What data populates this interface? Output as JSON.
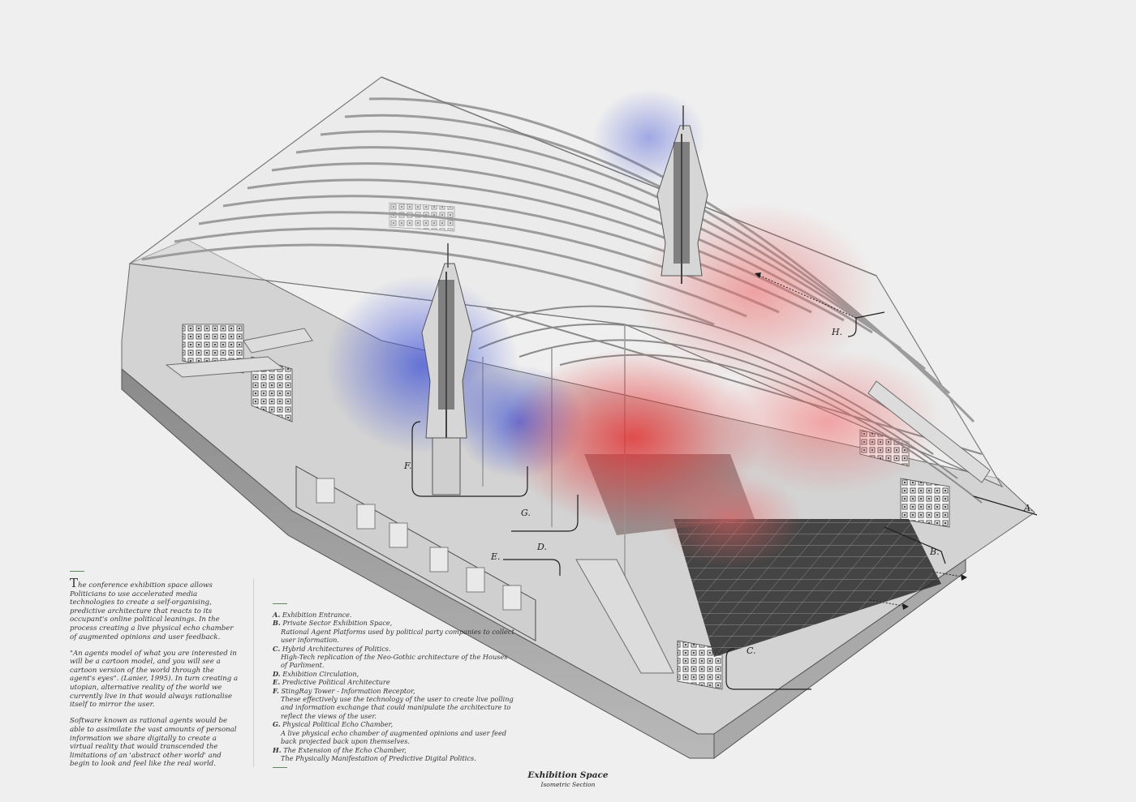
{
  "intro": {
    "dropcap": "T",
    "p1": "he conference exhibition space allows Politicians to use accelerated media technologies to create a self-organising, predictive architecture that reacts to its occupant's online political leanings. In the process creating a live physical echo chamber of augmented opinions and user feedback.",
    "p2": "\"An agents model of what you are interested in will be a cartoon model, and you will see a cartoon version of the world through the agent's eyes\". (Lanier, 1995). In turn creating a utopian, alternative reality of the world we currently live in that would always rationalise itself to mirror the user.",
    "p3": "Software known as rational agents would be able to assimilate the vast amounts of personal information we share digitally to create a virtual reality that would transcended the limitations of an 'abstract other world' and begin to look and feel like the real world."
  },
  "legend": [
    {
      "key": "A.",
      "title": "Exhibition Entrance.",
      "detail": ""
    },
    {
      "key": "B.",
      "title": "Private Sector Exhibition Space,",
      "detail": "Rational Agent Platforms used by political party companies to collect user information."
    },
    {
      "key": "C.",
      "title": "Hybrid Architectures of Politics.",
      "detail": "High-Tech replication  of the Neo-Gothic architecture of the Houses of Parliment."
    },
    {
      "key": "D.",
      "title": "Exhibition Circulation,",
      "detail": ""
    },
    {
      "key": "E.",
      "title": "Predictive Political Architecture",
      "detail": ""
    },
    {
      "key": "F.",
      "title": "StingRay Tower - Information Receptor,",
      "detail": "These effectively use the technology of the user to create live polling and information exchange that could manipulate the architecture to reflect the views of the user."
    },
    {
      "key": "G.",
      "title": "Physical Political Echo Chamber,",
      "detail": "A live physical echo chamber of augmented opinions and user feed back projected back upon themselves."
    },
    {
      "key": "H.",
      "title": "The Extension of the Echo Chamber,",
      "detail": "The Physically Manifestation of Predictive Digital Politics."
    }
  ],
  "caption": {
    "title": "Exhibition Space",
    "subtitle": "Isometric Section"
  },
  "labels": {
    "a": "A.",
    "b": "B.",
    "c": "C.",
    "d": "D.",
    "e": "E.",
    "f": "F.",
    "g": "G.",
    "h": "H."
  },
  "colors": {
    "background": "#efefef",
    "accent_rule": "#5d8a5a",
    "blue_haze": "#4a5fd8",
    "red_haze": "#e23a3a"
  }
}
